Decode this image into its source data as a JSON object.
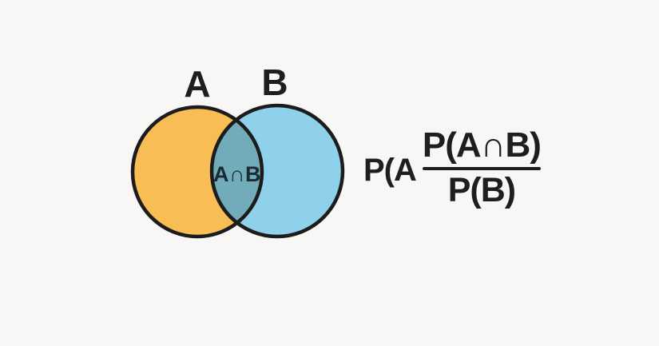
{
  "page": {
    "background_color": "#F8F7F5"
  },
  "venn": {
    "set_a_label": "A",
    "set_b_label": "B",
    "intersection_label": "A∩B",
    "colors": {
      "set_a_fill": "#F8BE55",
      "set_b_fill": "#8FD0EA",
      "intersection_fill": "#72ACBA",
      "outline": "#1C1C1C",
      "label_color": "#1E1E1E",
      "intersection_label_color": "#1C2B33"
    }
  },
  "formula": {
    "prefix": "P(A",
    "numerator": "P(A∩B)",
    "denominator": "P(B)",
    "text_color": "#1E1E1E"
  }
}
